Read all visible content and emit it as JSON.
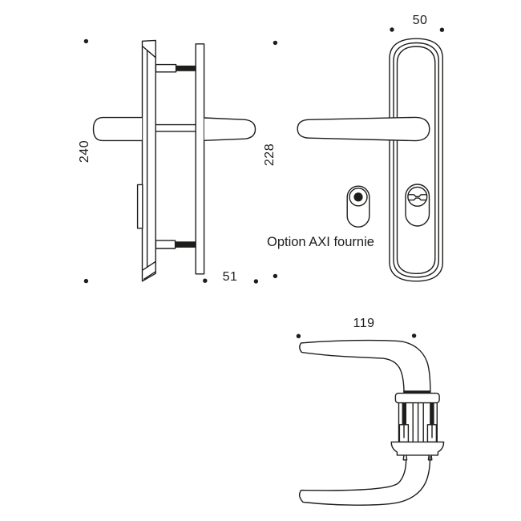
{
  "drawing": {
    "annotation": "Option AXI fournie",
    "dims": {
      "plate_width_mm": "50",
      "exterior_plate_height_mm": "240",
      "interior_plate_height_mm": "228",
      "handle_projection_mm": "51",
      "handle_length_mm": "119"
    },
    "colors": {
      "line": "#1d1d1b",
      "background": "#ffffff"
    }
  }
}
